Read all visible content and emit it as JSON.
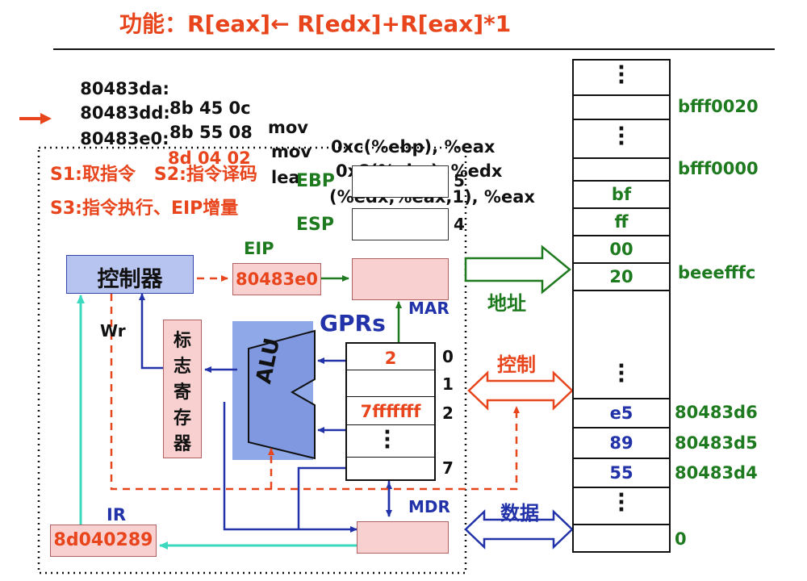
{
  "title": "功能：R[eax]← R[edx]+R[eax]*1",
  "instructions": [
    {
      "addr": "80483da:",
      "bytes": "8b 45 0c",
      "op": "mov",
      "args": "0xc(%ebp), %eax"
    },
    {
      "addr": "80483dd:",
      "bytes": "8b 55 08",
      "op": "mov",
      "args": "0x8(%ebp), %edx"
    },
    {
      "addr": "80483e0:",
      "bytes": "8d 04 02",
      "op": "lea",
      "args": "(%edx,%eax,1), %eax"
    }
  ],
  "cpu": {
    "steps_line1": "S1:取指令   S2:指令译码",
    "steps_line2": "S3:指令执行、EIP增量",
    "ebp_label": "EBP",
    "esp_label": "ESP",
    "ebp_index": "5",
    "esp_index": "4",
    "eip_label": "EIP",
    "eip_value": "80483e0",
    "controller": "控制器",
    "wr": "Wr",
    "flags": [
      "标",
      "志",
      "寄",
      "存",
      "器"
    ],
    "alu": "ALU",
    "gprs_label": "GPRs",
    "mar_label": "MAR",
    "mdr_label": "MDR",
    "ir_label": "IR",
    "ir_value": "8d040289",
    "gpr_values": [
      "2",
      "",
      "7fffffff"
    ],
    "gpr_indices": [
      "0",
      "1",
      "2",
      "7"
    ]
  },
  "bus": {
    "address": "地址",
    "control": "控制",
    "data": "数据"
  },
  "memory": {
    "cells": [
      "bf",
      "ff",
      "00",
      "20",
      "e5",
      "89",
      "55"
    ],
    "addresses": [
      "bfff0020",
      "bfff0000",
      "beeefffc",
      "80483d6",
      "80483d5",
      "80483d4",
      "0"
    ]
  },
  "colors": {
    "title": "#e8451c",
    "green": "#1e7a1e",
    "blue": "#2233aa",
    "pink_fill": "#f8d0d0",
    "alu_fill": "#8fa8e8",
    "controller_fill": "#b8c4f0"
  }
}
